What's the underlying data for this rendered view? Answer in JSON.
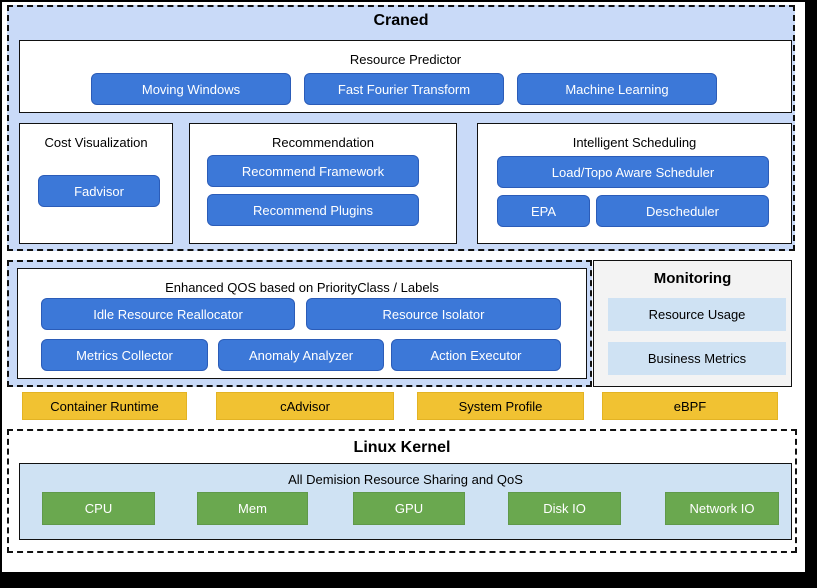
{
  "craned": {
    "title": "Craned"
  },
  "resource_predictor": {
    "title": "Resource Predictor",
    "buttons": [
      "Moving Windows",
      "Fast Fourier Transform",
      "Machine Learning"
    ]
  },
  "cost_visualization": {
    "title": "Cost Visualization",
    "button": "Fadvisor"
  },
  "recommendation": {
    "title": "Recommendation",
    "buttons": [
      "Recommend Framework",
      "Recommend Plugins"
    ]
  },
  "intelligent_scheduling": {
    "title": "Intelligent Scheduling",
    "buttons": [
      "Load/Topo Aware Scheduler",
      "EPA",
      "Descheduler"
    ]
  },
  "qos": {
    "title": "Enhanced QOS based on PriorityClass / Labels",
    "buttons": [
      "Idle Resource Reallocator",
      "Resource Isolator",
      "Metrics Collector",
      "Anomaly Analyzer",
      "Action Executor"
    ]
  },
  "monitoring": {
    "title": "Monitoring",
    "items": [
      "Resource Usage",
      "Business Metrics"
    ]
  },
  "node_agents": {
    "buttons": [
      "Container Runtime",
      "cAdvisor",
      "System Profile",
      "eBPF"
    ]
  },
  "linux_kernel": {
    "title": "Linux Kernel",
    "subtitle": "All Demision Resource Sharing and QoS",
    "resources": [
      "CPU",
      "Mem",
      "GPU",
      "Disk IO",
      "Network IO"
    ]
  },
  "colors": {
    "node_blue": "#3c78d8",
    "panel_blue": "#c9daf8",
    "pale_blue": "#cfe2f3",
    "agent_yellow": "#f1c232",
    "resource_green": "#6aa84f",
    "monitoring_gray": "#f3f3f3"
  }
}
